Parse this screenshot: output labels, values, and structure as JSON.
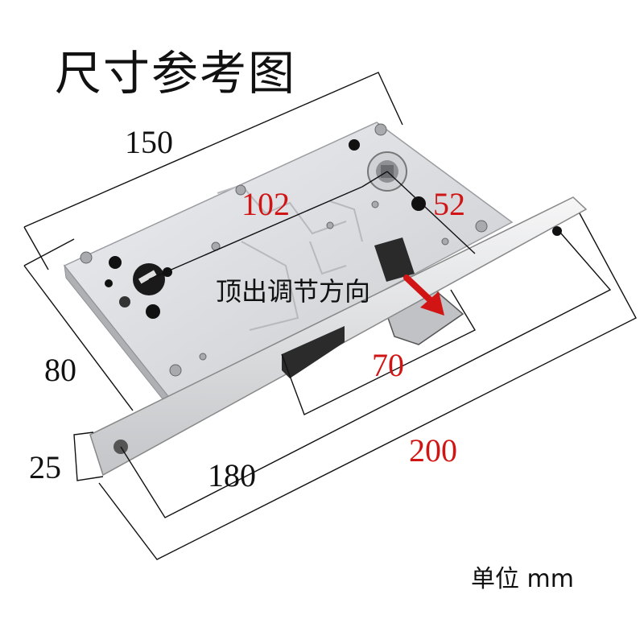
{
  "title": "尺寸参考图",
  "dimensions": {
    "body_length": "150",
    "spindle_to_cylinder": "102",
    "backset_offset": "52",
    "body_height": "80",
    "latch_spacing": "70",
    "faceplate_width": "25",
    "screw_spacing": "180",
    "faceplate_length": "200"
  },
  "adjust_note": "顶出调节方向",
  "unit_label": "单位 mm",
  "colors": {
    "accent": "#d11414",
    "text": "#111111",
    "lock_body": "#dcdde0",
    "faceplate": "#e8e9eb"
  }
}
